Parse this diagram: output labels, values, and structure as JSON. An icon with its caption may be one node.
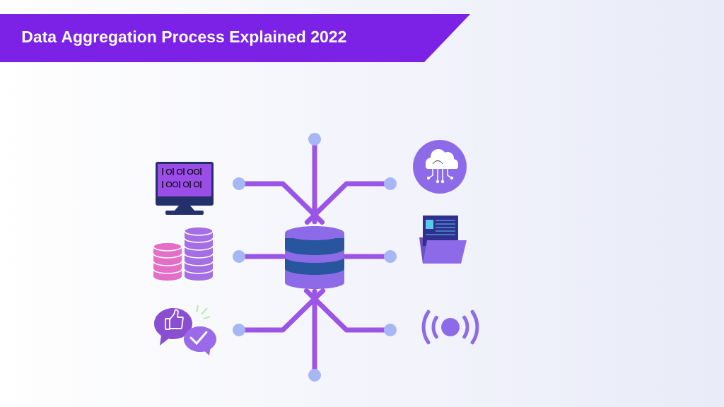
{
  "diagram": {
    "title": "Data Aggregation Process Explained 2022",
    "nodes": [
      {
        "text": [],
        "shape": "cylinder"
      },
      {
        "text": [],
        "shape": "picture"
      },
      {
        "text": [],
        "shape": "picture"
      },
      {
        "text": [],
        "shape": "picture"
      },
      {
        "text": [],
        "shape": "picture"
      },
      {
        "text": [],
        "shape": "picture"
      },
      {
        "text": [],
        "shape": "picture"
      }
    ],
    "edges": [
      {
        "from": 0,
        "to": null,
        "arrow": "other"
      },
      {
        "from": 0,
        "to": 1,
        "arrow": "other"
      },
      {
        "from": 0,
        "to": 4,
        "arrow": "other"
      },
      {
        "from": 0,
        "to": 2,
        "arrow": "other"
      },
      {
        "from": 0,
        "to": 5,
        "arrow": "other"
      },
      {
        "from": 0,
        "to": 3,
        "arrow": "other"
      },
      {
        "from": 0,
        "to": 6,
        "arrow": "other"
      },
      {
        "from": 0,
        "to": null,
        "arrow": "other"
      }
    ]
  }
}
